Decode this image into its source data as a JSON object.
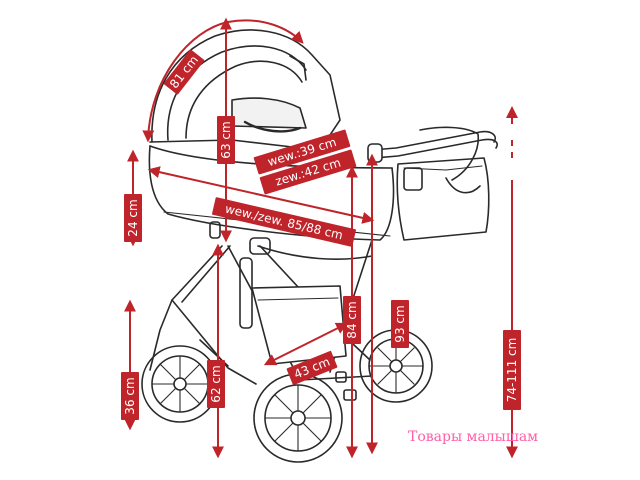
{
  "colors": {
    "dimension_red": "#c0242b",
    "outline": "#2a2a2a",
    "background": "#ffffff",
    "watermark_pink": "#ff5fa8"
  },
  "dimensions": {
    "canopy_arc": "81 cm",
    "canopy_height": "63 cm",
    "inner_width": "wew.:39 cm",
    "outer_width": "zew.:42 cm",
    "carrycot_length": "wew./zew. 85/88 cm",
    "carrycot_depth": "24 cm",
    "seat_height": "84 cm",
    "total_height": "93 cm",
    "basket_width": "43 cm",
    "front_wheel_height": "36 cm",
    "frame_height": "62 cm",
    "handle_height": "74-111 cm"
  },
  "watermark": "Товары малышам"
}
